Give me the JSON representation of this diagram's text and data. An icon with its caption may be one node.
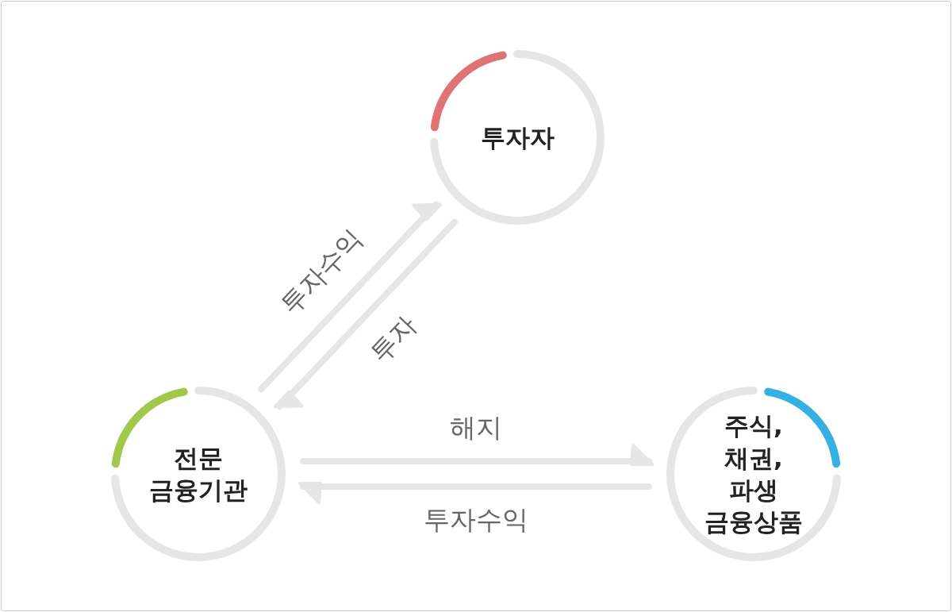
{
  "diagram": {
    "nodes": [
      {
        "text": [
          "투자자"
        ]
      },
      {
        "text": [
          "전문 금융기관"
        ]
      },
      {
        "text": [
          "주식, 채권, 파생 금융상품"
        ]
      }
    ],
    "edges": [
      {
        "from": 1,
        "to": 0,
        "arrow": "to",
        "label": "투자수익"
      },
      {
        "from": 0,
        "to": 1,
        "arrow": "to",
        "label": "투자"
      },
      {
        "from": 1,
        "to": 2,
        "arrow": "to",
        "label": "해지"
      },
      {
        "from": 2,
        "to": 1,
        "arrow": "to",
        "label": "투자수익"
      }
    ]
  }
}
